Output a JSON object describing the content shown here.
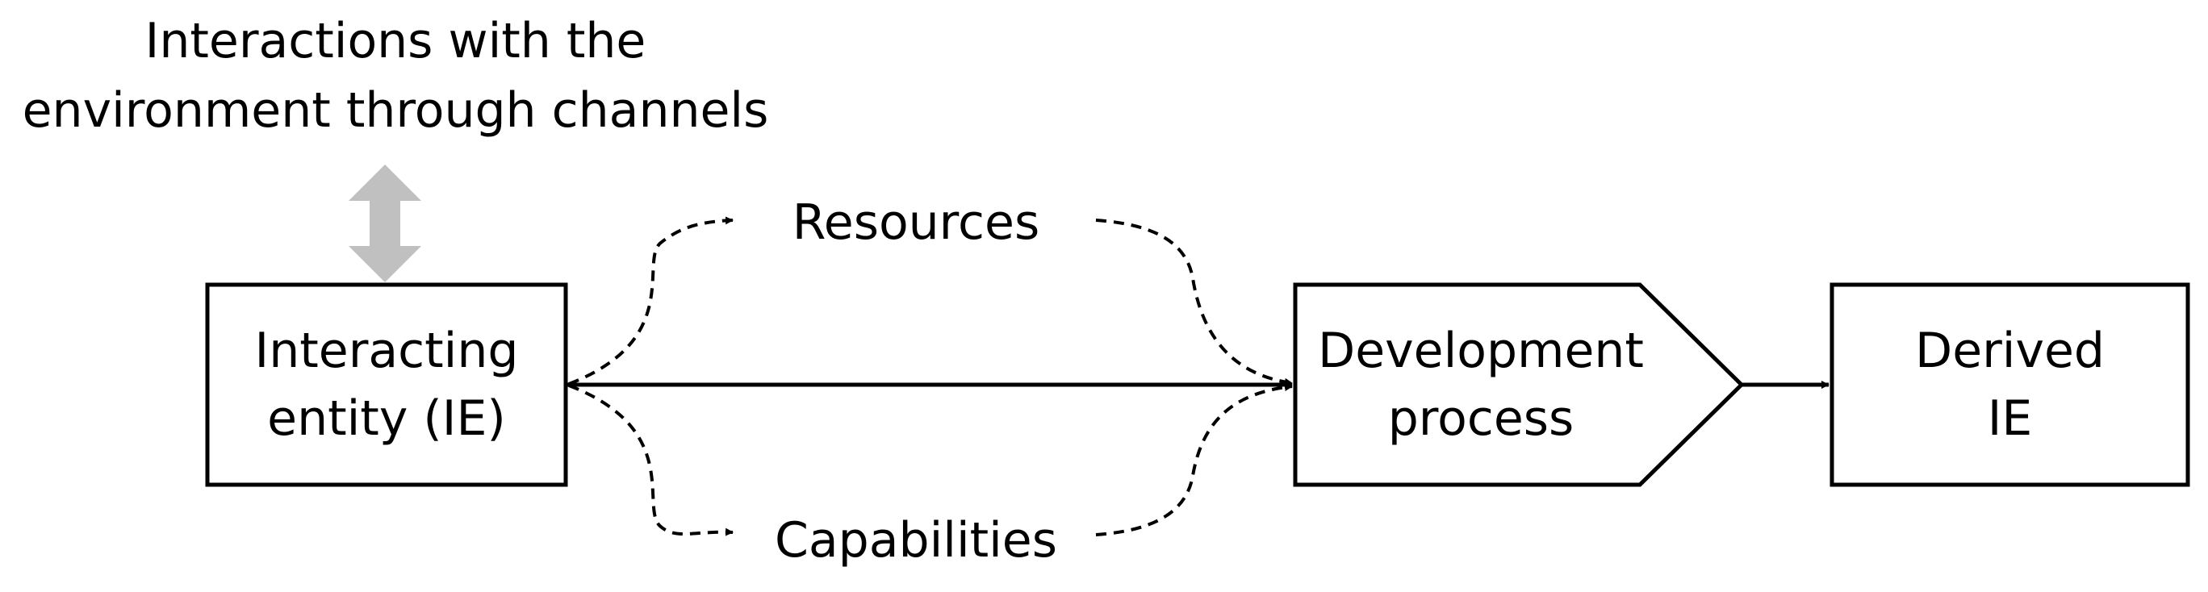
{
  "header": {
    "line1": "Interactions with the",
    "line2": "environment through channels"
  },
  "nodes": {
    "interacting_entity": {
      "line1": "Interacting",
      "line2": "entity (IE)"
    },
    "development_process": {
      "line1": "Development",
      "line2": "process"
    },
    "derived_ie": {
      "line1": "Derived",
      "line2": "IE"
    }
  },
  "flows": {
    "resources": "Resources",
    "capabilities": "Capabilities"
  },
  "colors": {
    "stroke": "#000000",
    "channel_arrow": "#c0c0c0",
    "background": "#ffffff"
  }
}
